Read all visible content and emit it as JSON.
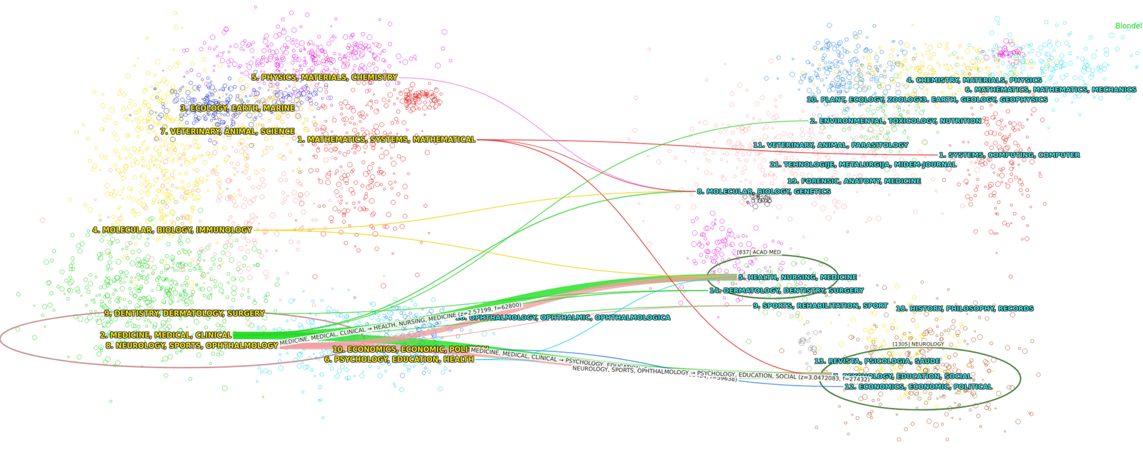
{
  "diagram": {
    "nodes": [
      {
        "text": [
          "5. PHYSICS, MATERIALS, CHEMISTRY"
        ]
      },
      {
        "text": [
          "3. ECOLOGY, EARTH, MARINE"
        ]
      },
      {
        "text": [
          "7. VETERINARY, ANIMAL, SCIENCE"
        ]
      },
      {
        "text": [
          "1. MATHEMATICS, SYSTEMS, MATHEMATICAL"
        ]
      },
      {
        "text": [
          "4. MOLECULAR, BIOLOGY, IMMUNOLOGY"
        ]
      },
      {
        "text": [
          "9. DENTISTRY, DERMATOLOGY, SURGERY"
        ]
      },
      {
        "text": [
          "2. MEDICINE, MEDICAL, CLINICAL"
        ]
      },
      {
        "text": [
          "8. NEUROLOGY, SPORTS, OPHTHALMOLOGY"
        ]
      },
      {
        "text": [
          "10. ECONOMICS, ECONOMIC, POLITICAL"
        ]
      },
      {
        "text": [
          "6. PSYCHOLOGY, EDUCATION, HEALTH"
        ]
      },
      {
        "text": [
          "4. CHEMISTRY, MATERIALS, PHYSICS"
        ]
      },
      {
        "text": [
          "6. MATHEMATICS, MATHEMATICS, MECHANICS"
        ]
      },
      {
        "text": [
          "10. PLANT, ECOLOGY, ZOOLOGY"
        ]
      },
      {
        "text": [
          "3. EARTH, GEOLOGY, GEOPHYSICS"
        ]
      },
      {
        "text": [
          "2. ENVIRONMENTAL, TOXICOLOGY, NUTRITION"
        ]
      },
      {
        "text": [
          "11. VETERINARY, ANIMAL, PARASITOLOGY"
        ]
      },
      {
        "text": [
          "1. SYSTEMS, COMPUTING, COMPUTER"
        ]
      },
      {
        "text": [
          "21. TEHNOLOGIJE, METALURGIJA, MIDEM-JOURNAL"
        ]
      },
      {
        "text": [
          "8. MOLECULAR, BIOLOGY, GENETICS"
        ]
      },
      {
        "text": [
          "19. FORENSIC, ANATOMY, MEDICINE"
        ]
      },
      {
        "text": [
          "5. HEALTH, NURSING, MEDICINE"
        ]
      },
      {
        "text": [
          "14. DERMATOLOGY, DENTISTRY, SURGERY"
        ]
      },
      {
        "text": [
          "9. SPORTS, REHABILITATION, SPORT"
        ]
      },
      {
        "text": [
          "16. OPHTHALMOLOGY, OPHTHALMIC, OPHTHALMOLOGICA"
        ]
      },
      {
        "text": [
          "18. HISTORY, PHILOSOPHY, RECORDS"
        ]
      },
      {
        "text": [
          "13. REVISTA, PSICOLOGIA, SAUDE"
        ]
      },
      {
        "text": [
          "7. PSYCHOLOGY, EDUCATION, SOCIAL"
        ]
      },
      {
        "text": [
          "12. ECONOMICS, ECONOMIC, POLITICAL"
        ]
      }
    ],
    "edges": [
      {
        "from": 6,
        "to": 26,
        "arrow": "none",
        "label": "MEDICINE, MEDICAL, CLINICAL → PSYCHOLOGY, EDUCATION, SOCIAL (z=4.1560464, f=59638)"
      },
      {
        "from": 7,
        "to": 26,
        "arrow": "none",
        "label": "NEUROLOGY, SPORTS, OPHTHALMOLOGY → PSYCHOLOGY, EDUCATION, SOCIAL (z=3.0472083, f=27432)"
      },
      {
        "from": 6,
        "to": 20,
        "arrow": "none",
        "label": "MEDICINE, MEDICAL, CLINICAL → HEALTH, NURSING, MEDICINE (z=2.57199, f=62800)"
      },
      {
        "from": 7,
        "to": 20,
        "arrow": "none"
      },
      {
        "from": 3,
        "to": 16,
        "arrow": "none"
      },
      {
        "from": 3,
        "to": 26,
        "arrow": "none"
      },
      {
        "from": 4,
        "to": 18,
        "arrow": "none"
      },
      {
        "from": 4,
        "to": 20,
        "arrow": "none"
      },
      {
        "from": 9,
        "to": 26,
        "arrow": "none"
      },
      {
        "from": 8,
        "to": 27,
        "arrow": "none"
      },
      {
        "from": 6,
        "to": 18,
        "arrow": "none"
      },
      {
        "from": 6,
        "to": 14,
        "arrow": "none"
      },
      {
        "from": 6,
        "to": 21,
        "arrow": "none"
      },
      {
        "from": 5,
        "to": 21,
        "arrow": "none"
      },
      {
        "from": 6,
        "to": 22,
        "arrow": "none"
      },
      {
        "from": 7,
        "to": 22,
        "arrow": "none"
      },
      {
        "from": 0,
        "to": 18,
        "arrow": "none"
      },
      {
        "from": 3,
        "to": 18,
        "arrow": "none"
      },
      {
        "from": 9,
        "to": 20,
        "arrow": "none"
      }
    ],
    "labels": [
      "Blondel",
      "[837] ACAD MED",
      "[1305] NEUROLOGY"
    ]
  }
}
